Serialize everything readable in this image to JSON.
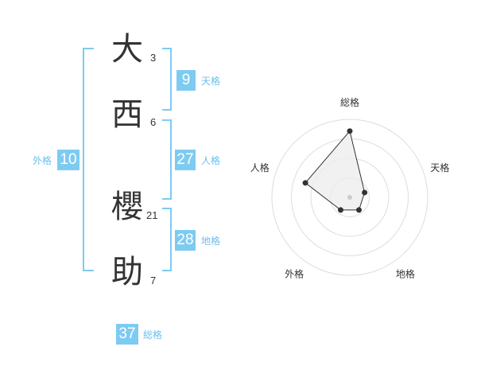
{
  "name_chars": [
    {
      "char": "大",
      "strokes": "3"
    },
    {
      "char": "西",
      "strokes": "6"
    },
    {
      "char": "櫻",
      "strokes": "21"
    },
    {
      "char": "助",
      "strokes": "7"
    }
  ],
  "kakusu": {
    "tenkaku": {
      "value": "9",
      "label": "天格"
    },
    "jinkaku": {
      "value": "27",
      "label": "人格"
    },
    "chikaku": {
      "value": "28",
      "label": "地格"
    },
    "gaikaku": {
      "value": "10",
      "label": "外格"
    },
    "soukaku": {
      "value": "37",
      "label": "総格"
    }
  },
  "colors": {
    "accent": "#7ecbf2",
    "label": "#6cbfec",
    "text": "#333333",
    "radar_fill": "#eeeeee",
    "ring": "#dddddd"
  },
  "chart_data": {
    "type": "radar",
    "axes": [
      "総格",
      "天格",
      "地格",
      "外格",
      "人格"
    ],
    "values": [
      0.85,
      0.2,
      0.2,
      0.2,
      0.6
    ],
    "rings": 4,
    "max": 1
  }
}
